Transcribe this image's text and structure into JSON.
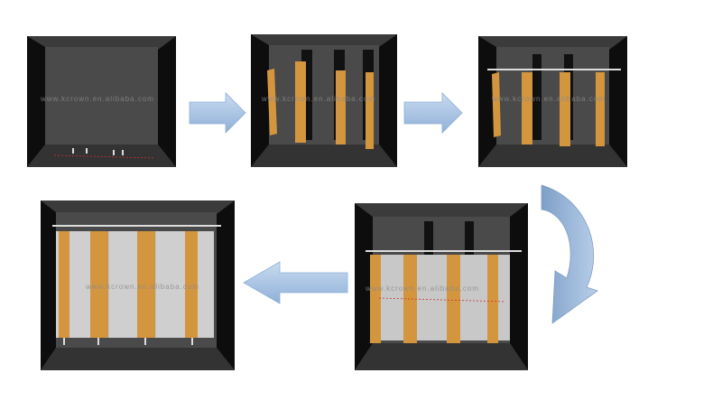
{
  "watermark": "www.kcrown.en.alibaba.com",
  "steps": [
    {
      "name": "empty-room"
    },
    {
      "name": "install-pilasters"
    },
    {
      "name": "install-headrail"
    },
    {
      "name": "install-partition-panels"
    },
    {
      "name": "install-doors-complete"
    }
  ],
  "colors": {
    "wall": "#3d3d3d",
    "wall_dark": "#111111",
    "floor": "#3a3a3a",
    "pilaster": "#d4953f",
    "panel": "#c8c8c8",
    "arrow": "#a9c4e4"
  }
}
